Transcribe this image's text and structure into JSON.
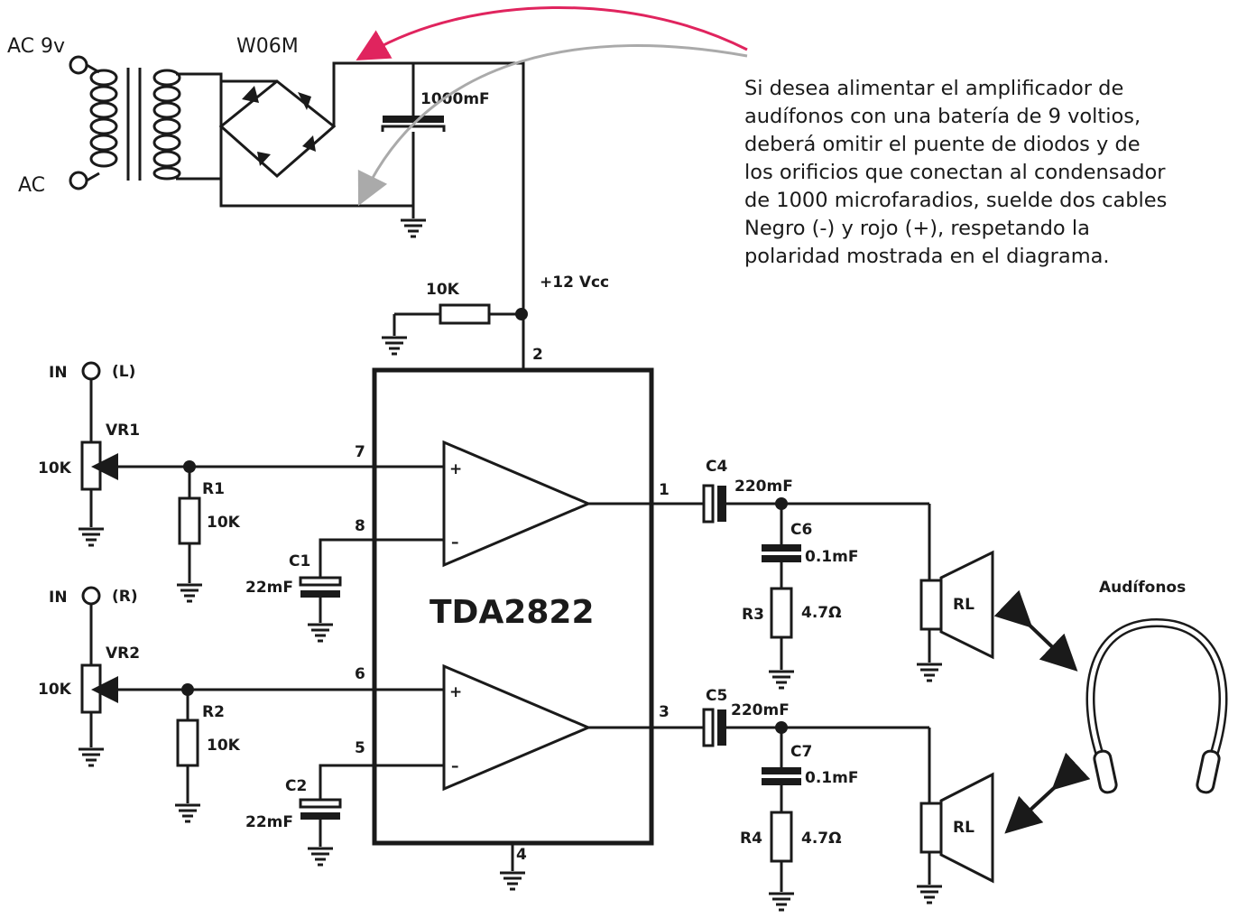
{
  "power": {
    "ac_top": "AC 9v",
    "ac_bottom": "AC",
    "bridge": "W06M",
    "cap": "1000mF",
    "vcc": "+12 Vcc",
    "res": "10K"
  },
  "note": {
    "lines": [
      "Si desea alimentar el amplificador de",
      "audífonos con una batería de 9 voltios,",
      "deberá omitir el puente de diodos y de",
      "los orificios que conectan al condensador",
      "de 1000 microfaradios, suelde dos cables",
      "Negro (-) y rojo (+), respetando la",
      "polaridad mostrada en el diagrama."
    ]
  },
  "chip": {
    "name": "TDA2822",
    "pins": {
      "p2": "2",
      "p7": "7",
      "p8": "8",
      "p6": "6",
      "p5": "5",
      "p1": "1",
      "p3": "3",
      "p4": "4"
    },
    "plus": "+",
    "minus": "–"
  },
  "left": {
    "in": "IN",
    "ch": "(L)",
    "vr": "VR1",
    "vr_val": "10K",
    "r": "R1",
    "r_val": "10K",
    "c": "C1",
    "c_val": "22mF"
  },
  "right": {
    "in": "IN",
    "ch": "(R)",
    "vr": "VR2",
    "vr_val": "10K",
    "r": "R2",
    "r_val": "10K",
    "c": "C2",
    "c_val": "22mF"
  },
  "out_top": {
    "c": "C4",
    "c_val": "220mF",
    "cz": "C6",
    "cz_val": "0.1mF",
    "r": "R3",
    "r_val": "4.7Ω",
    "load": "RL"
  },
  "out_bottom": {
    "c": "C5",
    "c_val": "220mF",
    "cz": "C7",
    "cz_val": "0.1mF",
    "r": "R4",
    "r_val": "4.7Ω",
    "load": "RL"
  },
  "headphones": "Audífonos",
  "colors": {
    "ink": "#1a1a1a",
    "arrow_red": "#e0245e",
    "arrow_gray": "#aaaaaa"
  }
}
